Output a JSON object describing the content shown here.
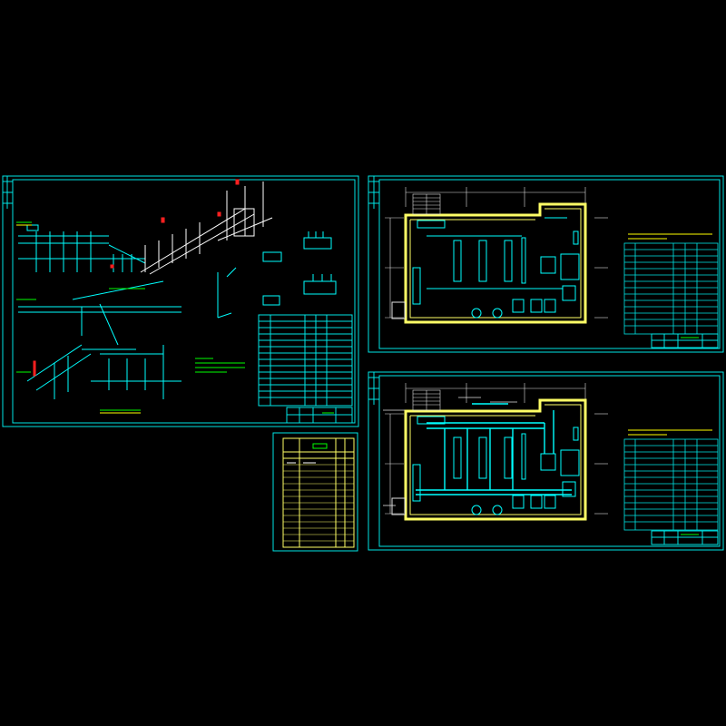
{
  "colors": {
    "background": "#000000",
    "frame": "#00e5e5",
    "pipe": "#00ffff",
    "wall": "#ffff66",
    "label_yellow": "#ffff00",
    "label_green": "#00ff00",
    "valve_red": "#ff2020",
    "dim_white": "#e0e0e0"
  },
  "sheets": [
    {
      "id": "isometric-sheet",
      "kind": "pipe isometric drawings with legend table"
    },
    {
      "id": "plan-sheet-top",
      "kind": "boiler room equipment layout plan with equipment schedule"
    },
    {
      "id": "plan-sheet-bottom",
      "kind": "boiler room piping plan with equipment schedule"
    },
    {
      "id": "drawing-index-sheet",
      "kind": "drawing list table"
    }
  ],
  "icons": [
    "title-block-icon",
    "staircase-icon",
    "column-grid-icon",
    "valve-icon"
  ]
}
